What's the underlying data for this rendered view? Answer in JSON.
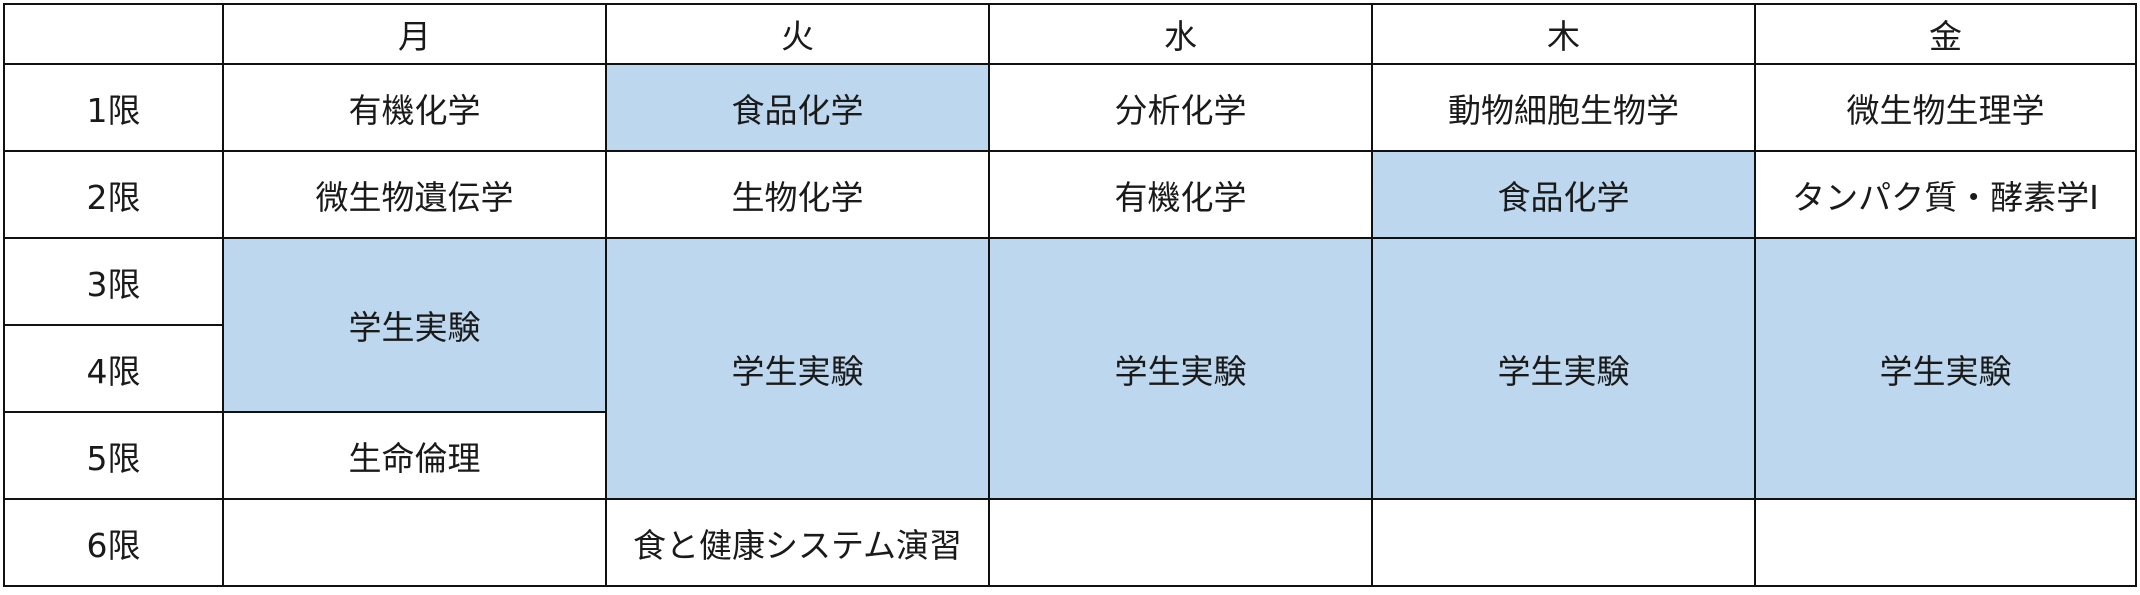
{
  "days": [
    "月",
    "火",
    "水",
    "木",
    "金"
  ],
  "periods": [
    "1限",
    "2限",
    "3限",
    "4限",
    "5限",
    "6限"
  ],
  "cells": {
    "p1": {
      "mon": "有機化学",
      "tue": "食品化学",
      "wed": "分析化学",
      "thu": "動物細胞生物学",
      "fri": "微生物生理学"
    },
    "p2": {
      "mon": "微生物遺伝学",
      "tue": "生物化学",
      "wed": "有機化学",
      "thu": "食品化学",
      "fri": "タンパク質・酵素学Ⅰ"
    },
    "p3_4_mon": "学生実験",
    "p3_5": {
      "tue": "学生実験",
      "wed": "学生実験",
      "thu": "学生実験",
      "fri": "学生実験"
    },
    "p5_mon": "生命倫理",
    "p6": {
      "mon": "",
      "tue": "食と健康システム演習",
      "wed": "",
      "thu": "",
      "fri": ""
    }
  },
  "colors": {
    "highlight": "#bdd7ee",
    "border": "#111111",
    "background": "#ffffff"
  }
}
